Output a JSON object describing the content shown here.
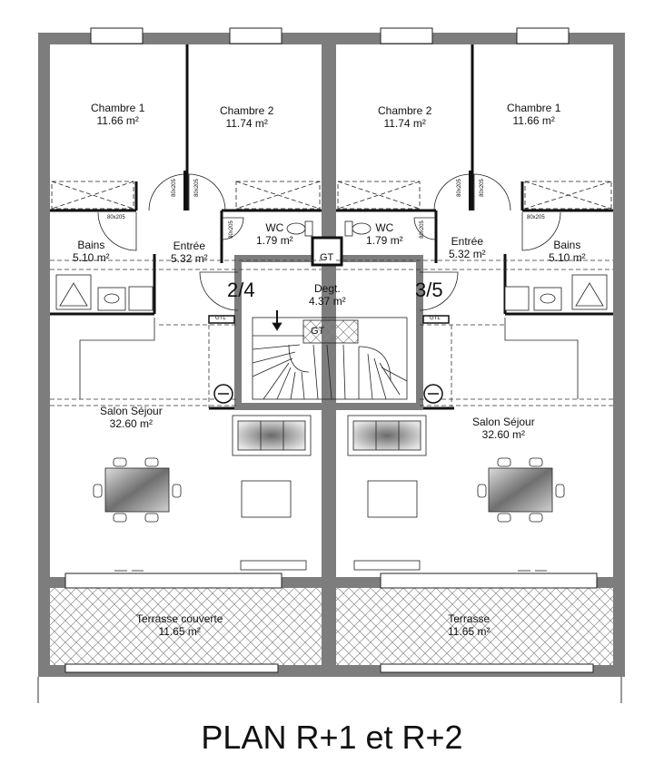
{
  "plan": {
    "title": "PLAN R+1 et R+2",
    "rooms_left": [
      {
        "name": "Chambre 1",
        "area": "11.66  m²"
      },
      {
        "name": "Chambre 2",
        "area": "11.74  m²"
      },
      {
        "name": "WC",
        "area": "1.79 m²"
      },
      {
        "name": "Bains",
        "area": "5.10 m²"
      },
      {
        "name": "Entrée",
        "area": "5.32 m²"
      },
      {
        "name": "Salon Séjour",
        "area": "32.60  m²"
      },
      {
        "name": "Terrasse couverte",
        "area": "11.65   m²"
      }
    ],
    "rooms_right": [
      {
        "name": "Chambre 2",
        "area": "11.74  m²"
      },
      {
        "name": "Chambre 1",
        "area": "11.66  m²"
      },
      {
        "name": "WC",
        "area": "1.79 m²"
      },
      {
        "name": "Entrée",
        "area": "5.32 m²"
      },
      {
        "name": "Bains",
        "area": "5.10 m²"
      },
      {
        "name": "Salon Séjour",
        "area": "32.60  m²"
      },
      {
        "name": "Terrasse",
        "area": "11.65  m²"
      }
    ],
    "landing": {
      "name": "Degt.",
      "area": "4.37 m²"
    },
    "unit_left": "2/4",
    "unit_right": "3/5",
    "gt_label": "GT",
    "gtl_label": "GTL",
    "door_code": "80x205"
  }
}
